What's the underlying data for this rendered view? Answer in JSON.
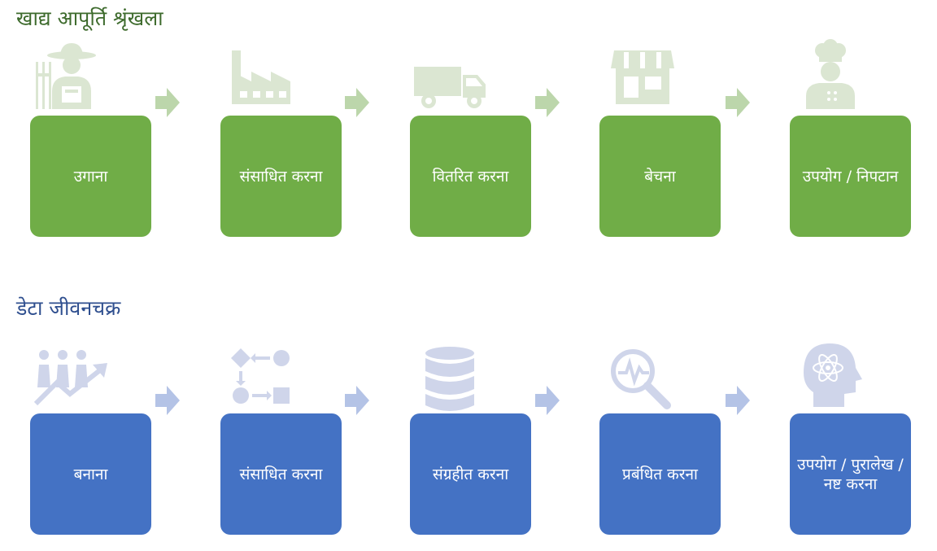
{
  "colors": {
    "green_box": "#70ad47",
    "green_title": "#3e6b2d",
    "green_icon": "#dbe6d2",
    "green_arrow": "#bcd6ab",
    "blue_box": "#4472c4",
    "blue_title": "#2f4f8f",
    "blue_icon": "#cfd5ea",
    "blue_arrow": "#b4c3e6"
  },
  "food_chain": {
    "title": "खाद्य आपूर्ति श्रृंखला",
    "steps": [
      {
        "label": "उगाना",
        "icon": "farmer-icon"
      },
      {
        "label": "संसाधित करना",
        "icon": "factory-icon"
      },
      {
        "label": "वितरित करना",
        "icon": "truck-icon"
      },
      {
        "label": "बेचना",
        "icon": "shop-icon"
      },
      {
        "label": "उपयोग / निपटान",
        "icon": "chef-icon"
      }
    ]
  },
  "data_lifecycle": {
    "title": "डेटा जीवनचक्र",
    "steps": [
      {
        "label": "बनाना",
        "icon": "people-growth-icon"
      },
      {
        "label": "संसाधित करना",
        "icon": "process-flow-icon"
      },
      {
        "label": "संग्रहीत करना",
        "icon": "database-icon"
      },
      {
        "label": "प्रबंधित करना",
        "icon": "magnifier-analytics-icon"
      },
      {
        "label": "उपयोग / पुरालेख / नष्ट करना",
        "icon": "head-atom-icon"
      }
    ]
  }
}
